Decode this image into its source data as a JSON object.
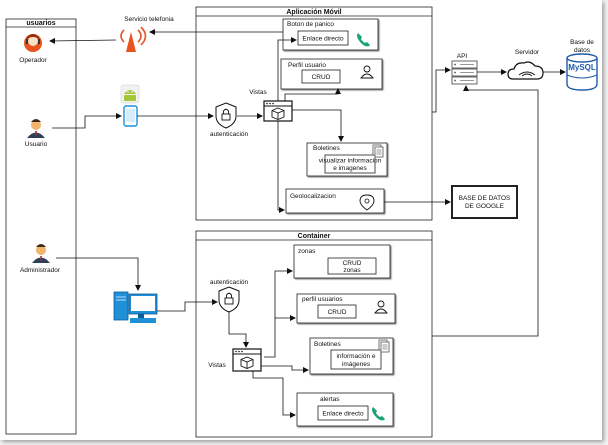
{
  "lanes": {
    "users_title": "usuarios",
    "mobile_title": "Aplicación Móvil",
    "container_title": "Container"
  },
  "actors": {
    "operador": "Operador",
    "usuario": "Usuario",
    "administrador": "Administrador"
  },
  "labels": {
    "servicio_telefonia": "Servicio telefonia",
    "vistas_top": "Vistas",
    "autenticacion_top": "autenticación",
    "autenticacion_bottom": "autenticación",
    "vistas_bottom": "Vistas",
    "api": "API",
    "servidor": "Servidor",
    "base_datos_line1": "Base de",
    "base_datos_line2": "datos",
    "mysql": "MySQL"
  },
  "mobile_boxes": {
    "panico_title": "Boton de panico",
    "panico_inner": "Enlace directo",
    "perfil_title": "Perfil usuario",
    "perfil_inner": "CRUD",
    "boletines_title": "Boletines",
    "boletines_inner_1": "visualizar informacion",
    "boletines_inner_2": "e imagenes",
    "geo_title": "Geolocalizacion"
  },
  "google_db": {
    "line1": "BASE DE DATOS",
    "line2": "DE GOOGLE"
  },
  "container_boxes": {
    "zonas_title": "zonas",
    "zonas_inner_1": "CRUD",
    "zonas_inner_2": "zonas",
    "perfil_title": "perfil usuarios",
    "perfil_inner": "CRUD",
    "boletines_title": "Boletines",
    "boletines_inner_1": "información e",
    "boletines_inner_2": "imágenes",
    "alertas_title": "alertas",
    "alertas_inner": "Enlace directo"
  },
  "colors": {
    "operador_icon": "#e8531e",
    "user_icon_skin": "#f2b36b",
    "user_icon_suit": "#2e4057",
    "android_green": "#a4c639",
    "monitor_blue": "#1f8fd8",
    "phone_green": "#1aa37a",
    "mysql_blue": "#1e5aa8",
    "api_gray": "#555555"
  },
  "icons": [
    "operador-icon",
    "usuario-icon",
    "administrador-icon",
    "antenna-icon",
    "android-icon",
    "smartphone-icon",
    "shield-lock-icon",
    "view-cube-icon",
    "phone-icon",
    "user-profile-icon",
    "document-icon",
    "location-pin-icon",
    "server-icon",
    "cloud-icon",
    "database-icon",
    "computer-icon"
  ]
}
